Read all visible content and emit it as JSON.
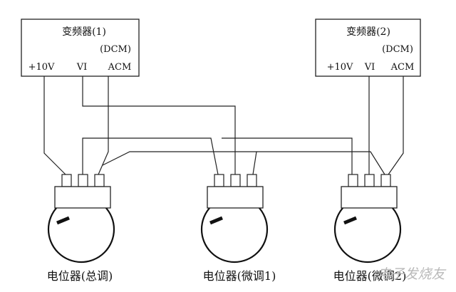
{
  "inverter1": {
    "title": "变频器(1)",
    "mode": "(DCM)",
    "terminals": [
      "+10V",
      "VI",
      "ACM"
    ]
  },
  "inverter2": {
    "title": "变频器(2)",
    "mode": "(DCM)",
    "terminals": [
      "+10V",
      "VI",
      "ACM"
    ]
  },
  "potentiometers": [
    {
      "label": "电位器(总调)"
    },
    {
      "label": "电位器(微调1)"
    },
    {
      "label": "电位器(微调2)"
    }
  ],
  "watermark": "电子发烧友"
}
